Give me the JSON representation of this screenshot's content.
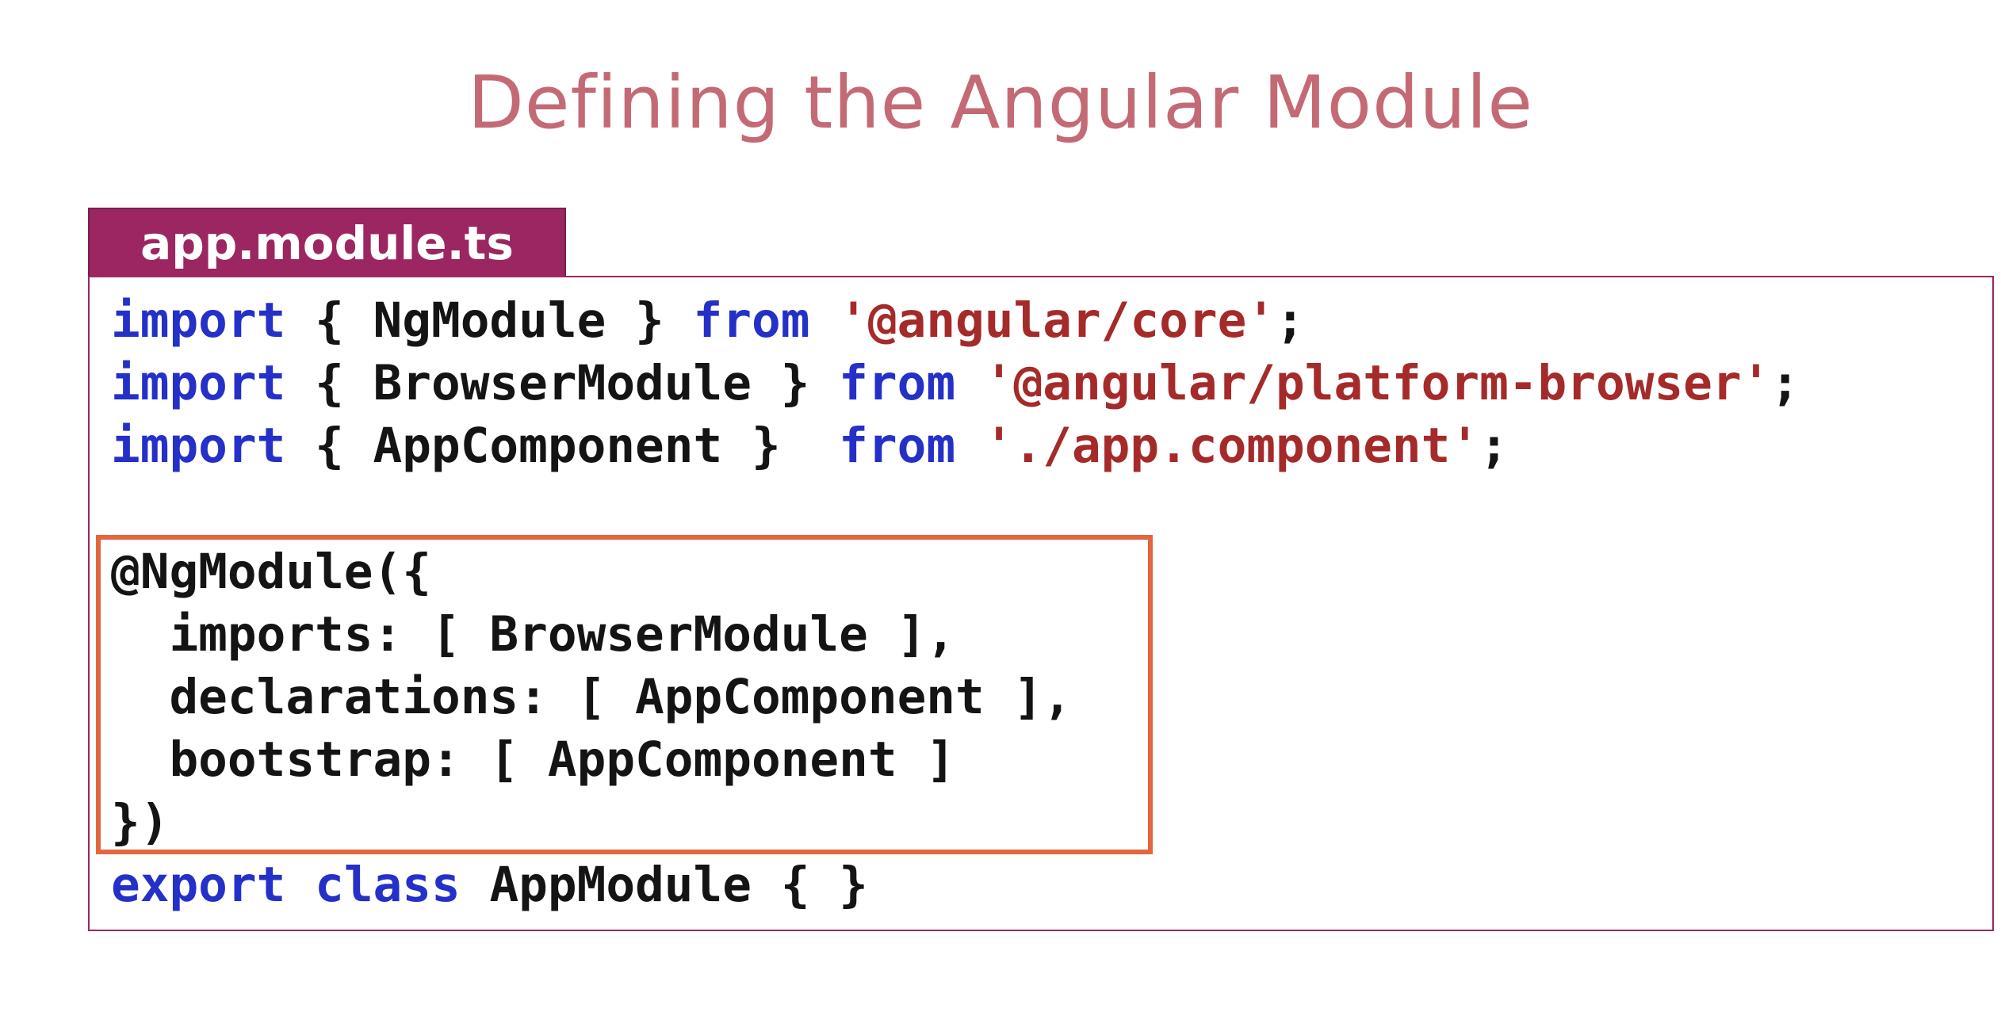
{
  "title": "Defining the Angular Module",
  "file_tab": "app.module.ts",
  "colors": {
    "title": "#c46a74",
    "tab_background": "#9b2662",
    "keyword": "#2430c8",
    "string": "#a52a2a",
    "highlight_border": "#e2673f"
  },
  "code": {
    "line1": {
      "kw1": "import",
      "mid": " { NgModule } ",
      "kw2": "from",
      "sp": " ",
      "str": "'@angular/core'",
      "end": ";"
    },
    "line2": {
      "kw1": "import",
      "mid": " { BrowserModule } ",
      "kw2": "from",
      "sp": " ",
      "str": "'@angular/platform-browser'",
      "end": ";"
    },
    "line3": {
      "kw1": "import",
      "mid": " { AppComponent }  ",
      "kw2": "from",
      "sp": " ",
      "str": "'./app.component'",
      "end": ";"
    },
    "decorator_open": "@NgModule({",
    "imports_line": "  imports: [ BrowserModule ],",
    "declarations_line": "  declarations: [ AppComponent ],",
    "bootstrap_line": "  bootstrap: [ AppComponent ]",
    "decorator_close": "})",
    "export_line": {
      "kw1": "export",
      "sp": " ",
      "kw2": "class",
      "rest": " AppModule { }"
    }
  }
}
